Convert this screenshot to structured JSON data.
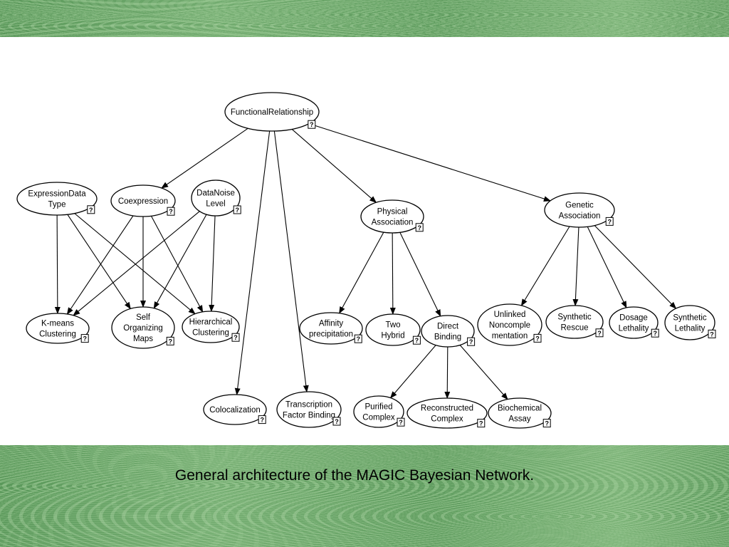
{
  "caption": "General architecture of the MAGIC Bayesian Network.",
  "badge_label": "?",
  "nodes": [
    {
      "id": "FR",
      "label": [
        "FunctionalRelationship"
      ]
    },
    {
      "id": "EDT",
      "label": [
        "ExpressionData",
        "Type"
      ]
    },
    {
      "id": "COE",
      "label": [
        "Coexpression"
      ]
    },
    {
      "id": "DNL",
      "label": [
        "DataNoise",
        "Level"
      ]
    },
    {
      "id": "PA",
      "label": [
        "Physical",
        "Association"
      ]
    },
    {
      "id": "GA",
      "label": [
        "Genetic",
        "Association"
      ]
    },
    {
      "id": "KMC",
      "label": [
        "K-means",
        "Clustering"
      ]
    },
    {
      "id": "SOM",
      "label": [
        "Self",
        "Organizing",
        "Maps"
      ]
    },
    {
      "id": "HC",
      "label": [
        "Hierarchical",
        "Clustering"
      ]
    },
    {
      "id": "AP",
      "label": [
        "Affinity",
        "precipitation"
      ]
    },
    {
      "id": "TH",
      "label": [
        "Two",
        "Hybrid"
      ]
    },
    {
      "id": "DB",
      "label": [
        "Direct",
        "Binding"
      ]
    },
    {
      "id": "UNC",
      "label": [
        "Unlinked",
        "Noncomple",
        "mentation"
      ]
    },
    {
      "id": "SR",
      "label": [
        "Synthetic",
        "Rescue"
      ]
    },
    {
      "id": "DL",
      "label": [
        "Dosage",
        "Lethality"
      ]
    },
    {
      "id": "SL",
      "label": [
        "Synthetic",
        "Lethality"
      ]
    },
    {
      "id": "COL",
      "label": [
        "Colocalization"
      ]
    },
    {
      "id": "TFB",
      "label": [
        "Transcription",
        "Factor Binding"
      ]
    },
    {
      "id": "PC",
      "label": [
        "Purified",
        "Complex"
      ]
    },
    {
      "id": "RC",
      "label": [
        "Reconstructed",
        "Complex"
      ]
    },
    {
      "id": "BA",
      "label": [
        "Biochemical",
        "Assay"
      ]
    }
  ],
  "edges": [
    [
      "FR",
      "COE"
    ],
    [
      "FR",
      "PA"
    ],
    [
      "FR",
      "GA"
    ],
    [
      "FR",
      "COL"
    ],
    [
      "FR",
      "TFB"
    ],
    [
      "EDT",
      "KMC"
    ],
    [
      "EDT",
      "SOM"
    ],
    [
      "EDT",
      "HC"
    ],
    [
      "COE",
      "KMC"
    ],
    [
      "COE",
      "SOM"
    ],
    [
      "COE",
      "HC"
    ],
    [
      "DNL",
      "KMC"
    ],
    [
      "DNL",
      "SOM"
    ],
    [
      "DNL",
      "HC"
    ],
    [
      "PA",
      "AP"
    ],
    [
      "PA",
      "TH"
    ],
    [
      "PA",
      "DB"
    ],
    [
      "DB",
      "PC"
    ],
    [
      "DB",
      "RC"
    ],
    [
      "DB",
      "BA"
    ],
    [
      "GA",
      "UNC"
    ],
    [
      "GA",
      "SR"
    ],
    [
      "GA",
      "DL"
    ],
    [
      "GA",
      "SL"
    ]
  ]
}
